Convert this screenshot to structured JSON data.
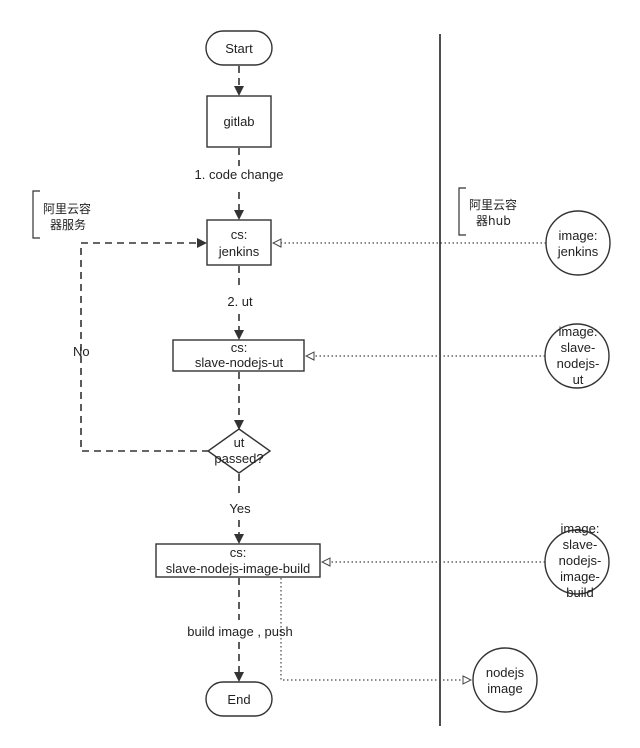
{
  "nodes": {
    "start": "Start",
    "gitlab": "gitlab",
    "cs_jenkins": [
      "cs:",
      "jenkins"
    ],
    "cs_ut": [
      "cs:",
      "slave-nodejs-ut"
    ],
    "decision": [
      "ut",
      "passed?"
    ],
    "cs_build": [
      "cs:",
      "slave-nodejs-image-build"
    ],
    "end": "End"
  },
  "images": {
    "jenkins": [
      "image:",
      "jenkins"
    ],
    "ut": [
      "image:",
      "slave-",
      "nodejs-",
      "ut"
    ],
    "build": [
      "image:",
      "slave-",
      "nodejs-",
      "image-",
      "build"
    ],
    "nodejs_image": [
      "nodejs",
      "image"
    ]
  },
  "edges": {
    "code_change": "1. code change",
    "ut": "2. ut",
    "yes": "Yes",
    "no": "No",
    "build_push": "build image , push"
  },
  "notes": {
    "aliyun_service": [
      "阿里云容",
      "器服务"
    ],
    "aliyun_hub": [
      "阿里云容",
      "器hub"
    ]
  }
}
